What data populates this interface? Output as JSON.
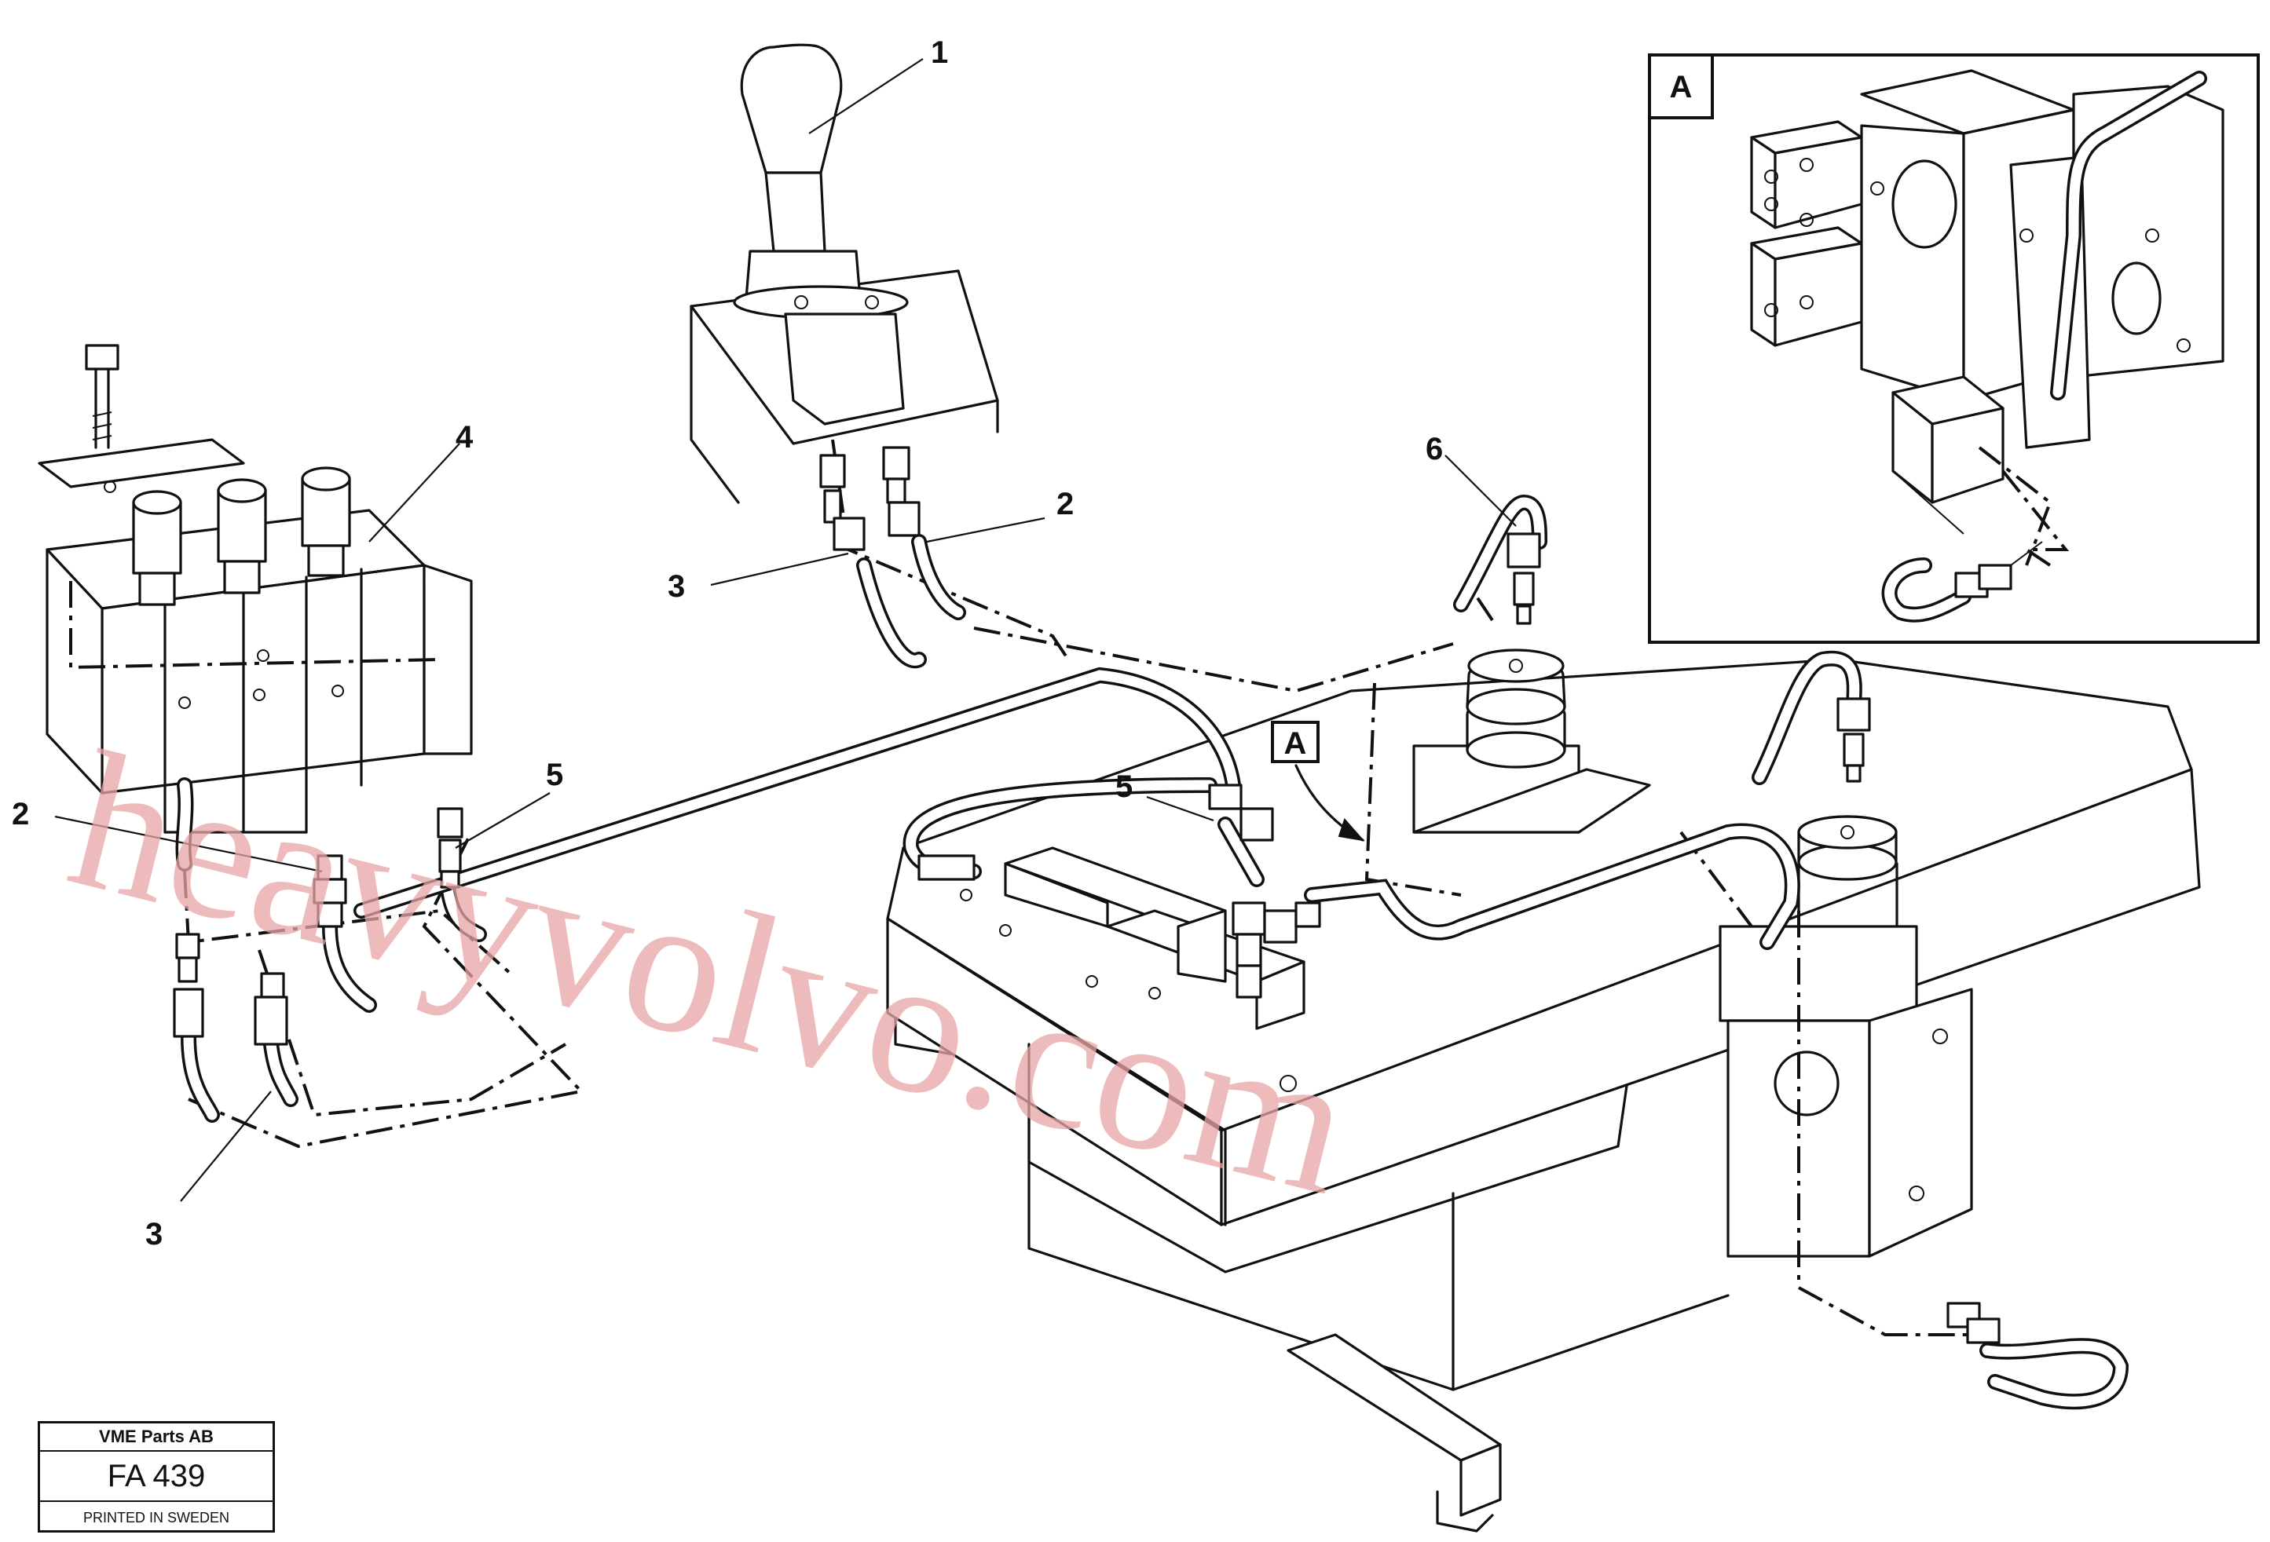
{
  "callouts": {
    "c1": "1",
    "c2a": "2",
    "c2b": "2",
    "c3a": "3",
    "c3b": "3",
    "c4": "4",
    "c5a": "5",
    "c5b": "5",
    "c6": "6"
  },
  "view_marker": {
    "label": "A"
  },
  "inset": {
    "label": "A"
  },
  "watermark": {
    "text": "heavyvolvo.com"
  },
  "title_block": {
    "company": "VME Parts AB",
    "drawing_number": "FA 439",
    "printed": "PRINTED IN SWEDEN"
  }
}
